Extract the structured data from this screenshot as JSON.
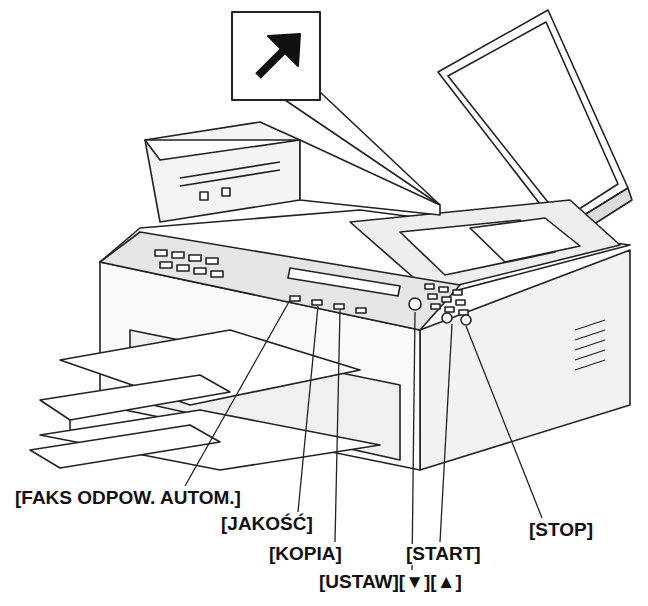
{
  "diagram": {
    "labels": [
      "[FAKS ODPOW. AUTOM.]",
      "[JAKOŚĆ]",
      "[STOP]",
      "[KOPIA]",
      "[START]",
      "[USTAW][▼][▲]"
    ]
  }
}
